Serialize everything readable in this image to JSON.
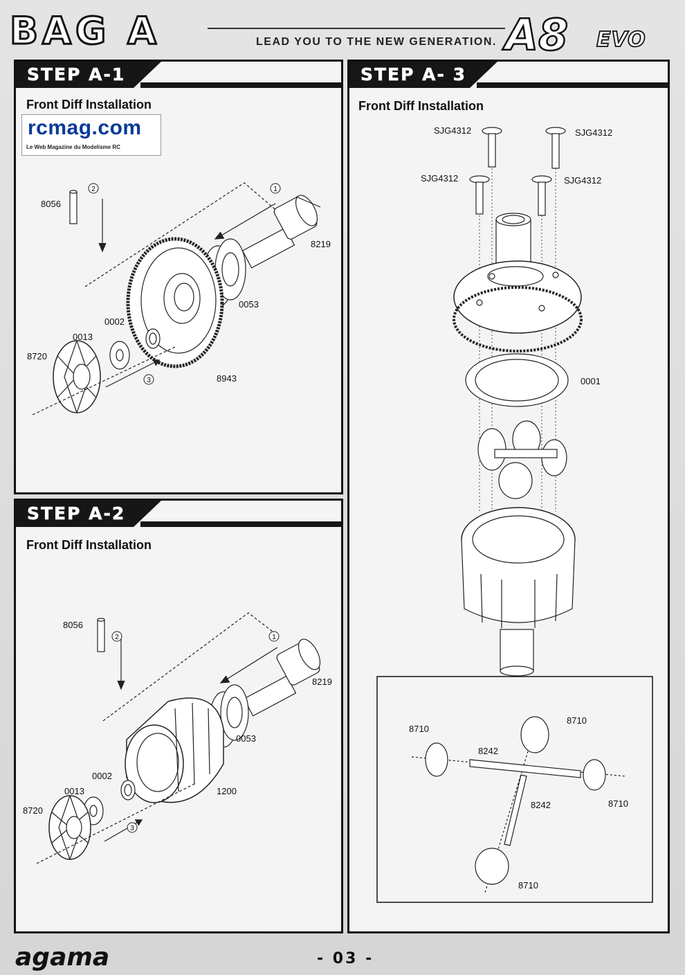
{
  "header": {
    "bag_title": "BAG A",
    "tagline": "LEAD YOU TO THE NEW GENERATION.",
    "model_big": "A8",
    "model_small": "EVO"
  },
  "watermark": {
    "site": "rcmag.com",
    "caption": "Le Web Magazine du Modelisme RC"
  },
  "steps": {
    "a1": {
      "title": "STEP A-1",
      "subtitle": "Front Diff Installation",
      "parts": {
        "p8056": "8056",
        "p8219": "8219",
        "p0053": "0053",
        "p0002": "0002",
        "p0013": "0013",
        "p8720": "8720",
        "p8943": "8943"
      },
      "callouts": {
        "c1": "1",
        "c2": "2",
        "c3": "3"
      }
    },
    "a2": {
      "title": "STEP A-2",
      "subtitle": "Front Diff Installation",
      "parts": {
        "p8056": "8056",
        "p8219": "8219",
        "p0053": "0053",
        "p0002": "0002",
        "p0013": "0013",
        "p8720": "8720",
        "p1200": "1200"
      },
      "callouts": {
        "c1": "1",
        "c2": "2",
        "c3": "3"
      }
    },
    "a3": {
      "title": "STEP A- 3",
      "subtitle": "Front Diff Installation",
      "parts": {
        "s1": "SJG4312",
        "s2": "SJG4312",
        "s3": "SJG4312",
        "s4": "SJG4312",
        "p0001": "0001"
      },
      "inset": {
        "g1": "8710",
        "g2": "8710",
        "g3": "8710",
        "g4": "8710",
        "sh1": "8242",
        "sh2": "8242"
      }
    }
  },
  "footer": {
    "brand": "agama",
    "page_number": "- 03 -"
  }
}
